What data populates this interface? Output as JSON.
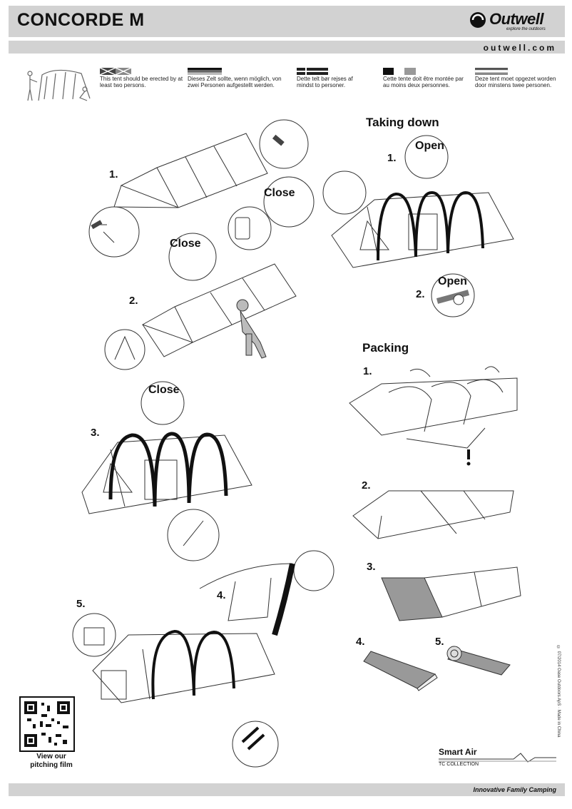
{
  "header": {
    "title": "CONCORDE M",
    "brand": "Outwell",
    "brand_tagline": "explore the outdoors",
    "url": "outwell.com"
  },
  "warnings": [
    {
      "lang": "en",
      "text": "This tent should be erected by at least two persons."
    },
    {
      "lang": "de",
      "text": "Dieses Zelt sollte, wenn möglich, von zwei Personen aufgestellt werden."
    },
    {
      "lang": "da",
      "text": "Dette telt bør rejses af mindst to personer."
    },
    {
      "lang": "fr",
      "text": "Cette tente doit être montée par au moins deux personnes."
    },
    {
      "lang": "nl",
      "text": "Deze tent moet opgezet worden door minstens twee personen."
    }
  ],
  "pitching": {
    "steps": [
      "1.",
      "2.",
      "3.",
      "4.",
      "5."
    ],
    "close_label": "Close"
  },
  "taking_down": {
    "title": "Taking down",
    "steps": [
      "1.",
      "2."
    ],
    "open_label": "Open"
  },
  "packing": {
    "title": "Packing",
    "steps": [
      "1.",
      "2.",
      "3.",
      "4.",
      "5."
    ],
    "warning_mark": "!"
  },
  "qr": {
    "caption_line1": "View our",
    "caption_line2": "pitching film"
  },
  "product_line": {
    "name": "Smart Air",
    "collection": "TC COLLECTION"
  },
  "footer": {
    "tagline": "Innovative Family Camping"
  },
  "copyright": "© 07/2014 Oase Outdoors ApS · Made in China"
}
